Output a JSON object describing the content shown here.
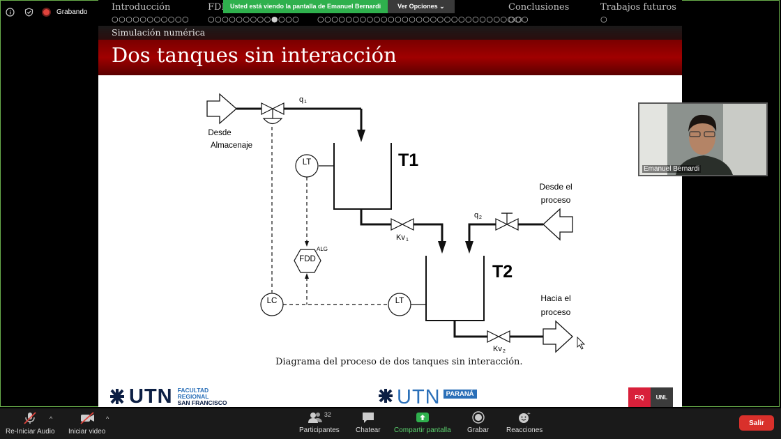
{
  "top": {
    "recording_label": "Grabando",
    "banner_text": "Usted está viendo la pantalla de Emanuel Bernardi",
    "banner_options": "Ver Opciones"
  },
  "slide": {
    "nav": [
      {
        "label": "Introducción",
        "dots": "○○○○○○○○○○○"
      },
      {
        "label": "FDD",
        "dots": "○○○○○○○○○●○○○"
      },
      {
        "label": "",
        "dots": "○○○○○○○○○○○○○○○○○○○○○○○○○○○○○○"
      },
      {
        "label": "Conclusiones",
        "dots": "○○"
      },
      {
        "label": "Trabajos futuros",
        "dots": "○"
      }
    ],
    "subtitle": "Simulación numérica",
    "title": "Dos tanques sin interacción",
    "caption": "Diagrama del proceso de dos tanques sin interacción.",
    "diagram": {
      "inlet_label_1": "Desde",
      "inlet_label_2": "Almacenaje",
      "q1": "q",
      "q1_sub": "1",
      "tank1": "T1",
      "tank2": "T2",
      "lt": "LT",
      "lc": "LC",
      "fdd": "FDD",
      "alg": "ALG",
      "kv1": "Kv",
      "kv1_sub": "1",
      "kv2": "Kv",
      "kv2_sub": "2",
      "q2": "q",
      "q2_sub": "2",
      "from_process_1": "Desde el",
      "from_process_2": "proceso",
      "to_process_1": "Hacia el",
      "to_process_2": "proceso"
    },
    "logos": {
      "utn_left": "UTN",
      "utn_left_sub1": "FACULTAD",
      "utn_left_sub2": "REGIONAL",
      "utn_left_sub3": "SAN FRANCISCO",
      "utn_right": "UTN",
      "utn_right_tag": "PARANÁ",
      "fiq": "FIQ",
      "unl": "UNL"
    }
  },
  "webcam": {
    "name": "Emanuel Bernardi"
  },
  "toolbar": {
    "audio_label": "Re-Iniciar Audio",
    "video_label": "Iniciar video",
    "participants_label": "Participantes",
    "participants_count": "32",
    "chat_label": "Chatear",
    "share_label": "Compartir pantalla",
    "record_label": "Grabar",
    "reactions_label": "Reacciones",
    "leave_label": "Salir"
  },
  "colors": {
    "share_green": "#2fb04d",
    "leave_red": "#d9302b",
    "slide_red": "#a00000"
  }
}
